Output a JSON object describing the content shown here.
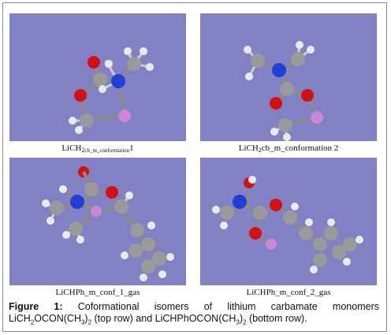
{
  "panels": [
    {
      "caption_prefix": "LiCH",
      "caption_sub1": "2",
      "caption_mid": "cb_m_conformation",
      "caption_suffix": "1"
    },
    {
      "caption_prefix": "LiCH",
      "caption_sub1": "2",
      "caption_suffix": "cb_m_conformation 2"
    },
    {
      "caption": "LiCHPh_m_conf_1_gas"
    },
    {
      "caption": "LiCHPh_m_conf_2_gas"
    }
  ],
  "figure_caption": {
    "label": "Figure 1:",
    "line1": "Coformational isomers of lithium carbamate monomers",
    "f1a": "LiCH",
    "f1s1": "2",
    "f1b": "OCON(CH",
    "f1s2": "3",
    "f1c": ")",
    "f1s3": "2",
    "f1d": " (top row) and LiCHPhOCON(CH",
    "f1s4": "3",
    "f1e": ")",
    "f1s5": "2",
    "f1f": " (bottom row)."
  },
  "colors": {
    "panel_bg": "#8181c4",
    "carbon": "#9a9a9a",
    "oxygen": "#d61010",
    "nitrogen": "#1f3fd8",
    "hydrogen": "#e9e9e9",
    "lithium": "#c987d6"
  }
}
